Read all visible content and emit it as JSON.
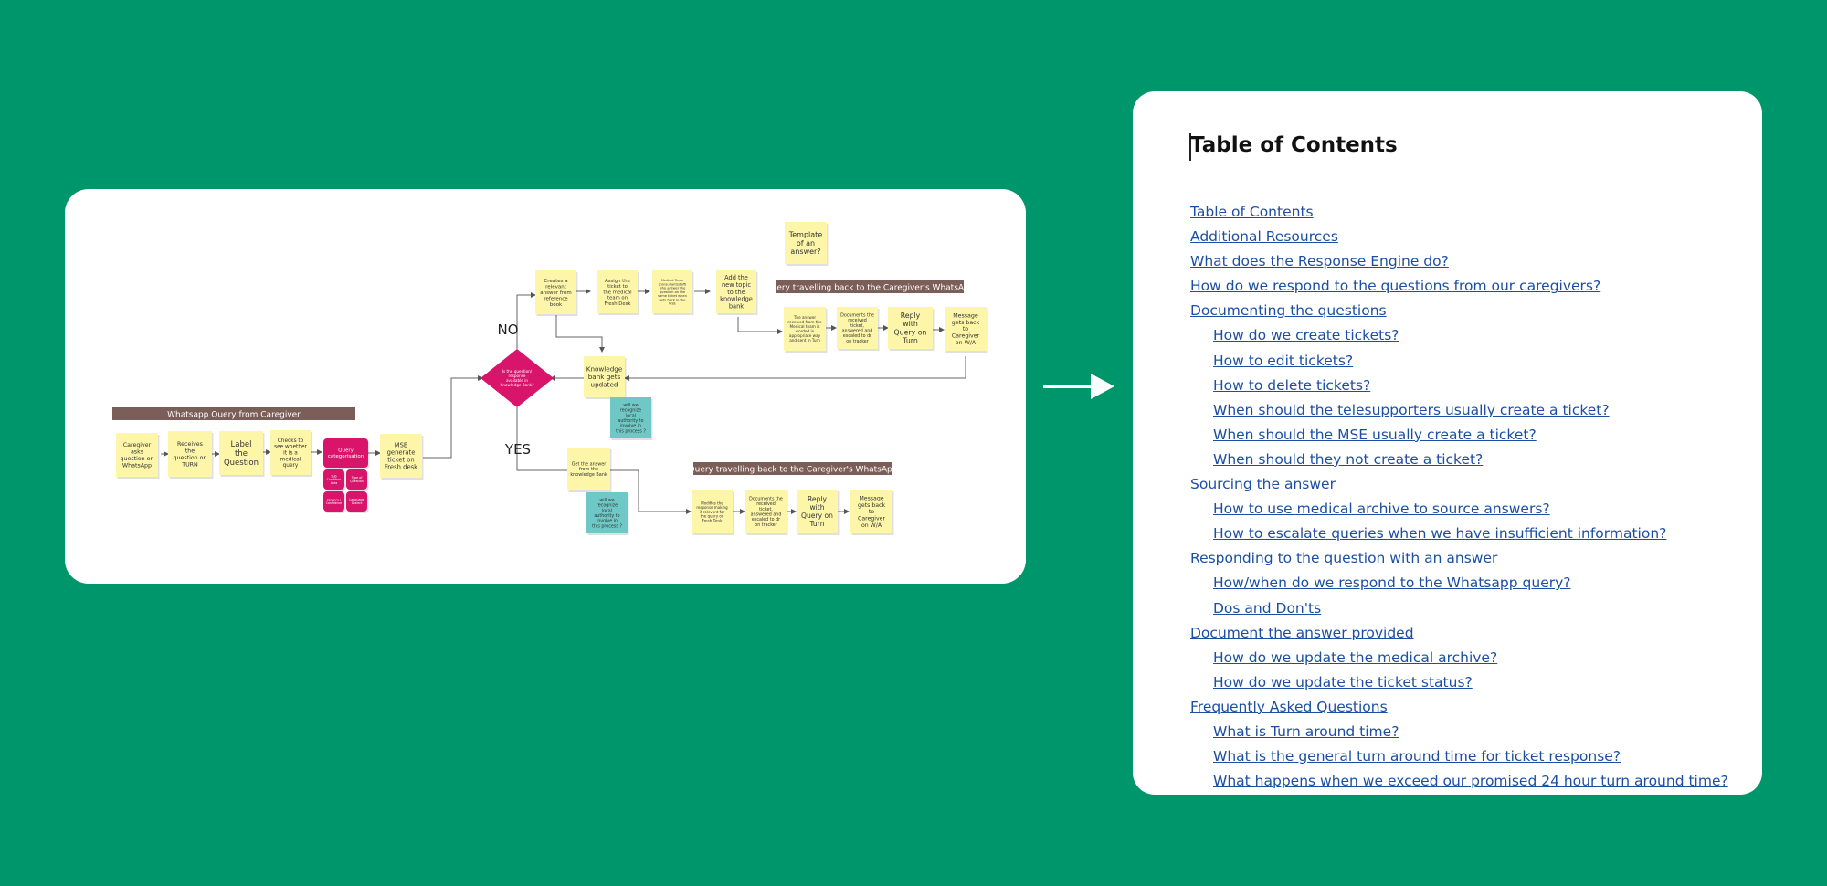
{
  "colors": {
    "background": "#00966b",
    "sticky_yellow": "#fdf6a8",
    "sticky_teal": "#6ec9c6",
    "decision_magenta": "#d9156b",
    "header_brown": "#7b5e58",
    "link_blue": "#1c4fa3"
  },
  "flowchart": {
    "header_whatsapp_query": "Whatsapp Query from Caregiver",
    "header_travel_back_top": "Query travelling back to the Caregiver's WhatsApp",
    "header_travel_back_bottom": "Query travelling back to the Caregiver's WhatsApp",
    "intake_notes": [
      "Caregiver asks question on WhatsApp",
      "Receives the question on TURN",
      "Label the Question",
      "Checks to see whether it is a medical query"
    ],
    "categorisation": "Query categorisation",
    "category_chips": [
      "Sub Condition Area",
      "Type of Question",
      "Urgency / Confidence",
      "Language Dialect"
    ],
    "mse_ticket": "MSE generate ticket on Fresh desk",
    "decision": "Is the question/ response available in Knowledge Bank?",
    "no_label": "NO",
    "yes_label": "YES",
    "no_path_notes": [
      "Creates a relevant answer from reference book",
      "Assign the ticket to the medical team on Fresh Desk",
      "Medical Team (consultant/staff) who answer the question on the same ticket when gets back in the MSE",
      "Add the new topic to the knowledge bank"
    ],
    "template_note": "Template of an answer?",
    "top_return_notes": [
      "The answer received from the Medical team is worded in appropriate way and sent in Turn",
      "Documents the received ticket, answered and escaled to dr on tracker",
      "Reply with Query on Turn",
      "Message gets back to Caregiver on W/A"
    ],
    "knowledge_bank_updated": "Knowledge bank gets updated",
    "teal_note_top": "will we recognize local authority to involve in this process ?",
    "yes_get_answer": "Get the answer from the knowledge Bank",
    "teal_note_bottom": "will we recognize local authority to involve in this process ?",
    "bottom_return_notes": [
      "Modifies the response making it relevant for the query on Fresh Desk",
      "Documents the received ticket, answered and escaled to dr on tracker",
      "Reply with Query on Turn",
      "Message gets back to Caregiver on W/A"
    ]
  },
  "toc": {
    "title": "Table of Contents",
    "entries": [
      {
        "label": "Table of Contents",
        "level": 1
      },
      {
        "label": "Additional Resources",
        "level": 1
      },
      {
        "label": "What does the Response Engine do?",
        "level": 1
      },
      {
        "label": "How do we respond to the questions from our caregivers?",
        "level": 1
      },
      {
        "label": "Documenting the questions",
        "level": 1
      },
      {
        "label": "How do we create tickets?",
        "level": 2
      },
      {
        "label": "How to edit tickets?",
        "level": 2
      },
      {
        "label": "How to delete tickets?",
        "level": 2
      },
      {
        "label": "When should the telesupporters usually create a ticket?",
        "level": 2
      },
      {
        "label": "When should the MSE usually create a ticket?",
        "level": 2
      },
      {
        "label": "When should they not create a ticket?",
        "level": 2
      },
      {
        "label": "Sourcing the answer",
        "level": 1
      },
      {
        "label": "How to use medical archive to source answers?",
        "level": 2
      },
      {
        "label": "How to escalate queries when we have insufficient information?",
        "level": 2
      },
      {
        "label": "Responding to the question with an answer",
        "level": 1
      },
      {
        "label": "How/when do we respond to the Whatsapp query?",
        "level": 2
      },
      {
        "label": "Dos and Don'ts",
        "level": 2
      },
      {
        "label": "Document the answer provided",
        "level": 1
      },
      {
        "label": "How do we update the medical archive?",
        "level": 2
      },
      {
        "label": "How do we update the ticket status?",
        "level": 2
      },
      {
        "label": "Frequently Asked Questions",
        "level": 1
      },
      {
        "label": "What is Turn around time?",
        "level": 2
      },
      {
        "label": "What is the general turn around time for ticket response?",
        "level": 2
      },
      {
        "label": "What happens when we exceed our promised 24 hour turn around time?",
        "level": 2
      }
    ]
  }
}
